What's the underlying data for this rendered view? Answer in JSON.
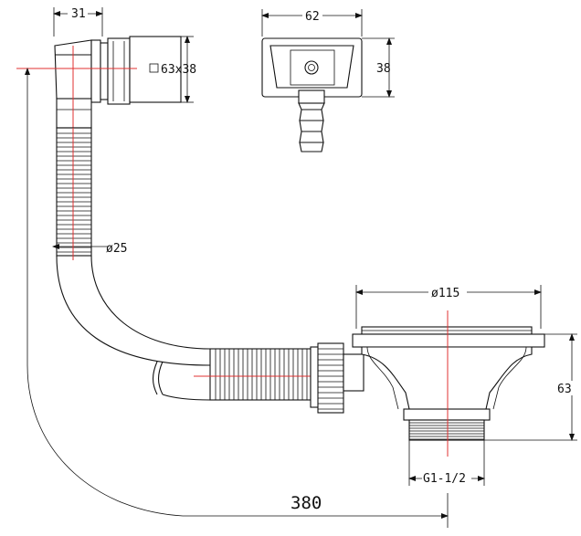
{
  "dimensions": {
    "elbow_width": "31",
    "box_label": "63x38",
    "plate_width": "62",
    "plate_height": "38",
    "hose_diameter": "ø25",
    "basket_diameter": "ø115",
    "basket_height": "63",
    "thread": "G1-1/2",
    "total_length": "380"
  }
}
